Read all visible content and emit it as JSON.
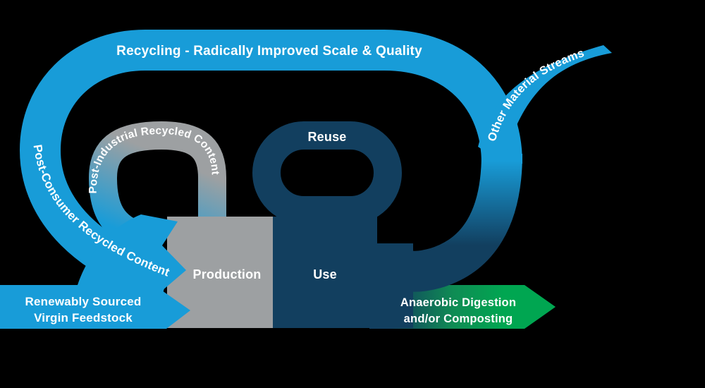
{
  "diagram": {
    "title": "Circular economy material flow diagram",
    "background": "#000000",
    "colors": {
      "blue": "#189CD8",
      "navy": "#123F5F",
      "gray": "#9DA0A2",
      "green": "#00A651",
      "green_mid": "#0F8C54",
      "text": "#ffffff"
    },
    "labels": {
      "recycling_loop": "Recycling - Radically Improved Scale & Quality",
      "other_material_streams": "Other Material Streams",
      "post_consumer": "Post-Consumer Recycled Content",
      "post_industrial": "Post-Industrial Recycled Content",
      "reuse": "Reuse",
      "production": "Production",
      "use": "Use",
      "renewably_line1": "Renewably Sourced",
      "renewably_line2": "Virgin Feedstock",
      "anaerobic_line1": "Anaerobic Digestion",
      "anaerobic_line2": "and/or Composting"
    }
  }
}
